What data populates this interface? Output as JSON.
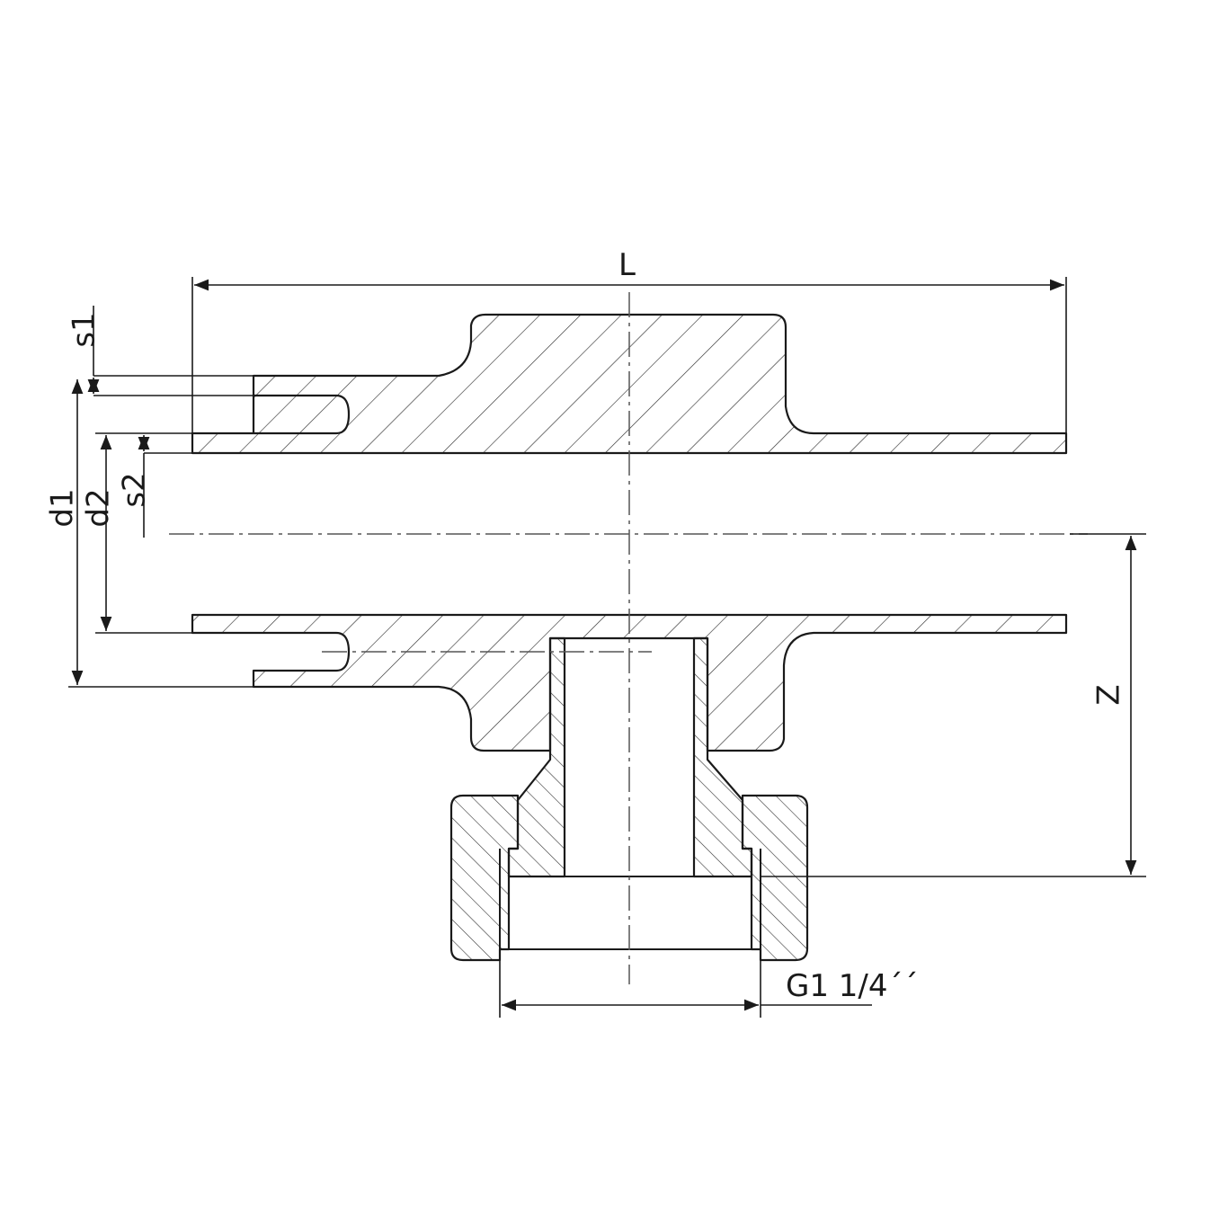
{
  "drawing": {
    "dimensions": {
      "length": "L",
      "wall_thickness_1": "s1",
      "outer_diameter_1": "d1",
      "diameter_2": "d2",
      "wall_thickness_2": "s2",
      "height": "Z",
      "thread": "G1 1/4´´"
    },
    "colors": {
      "line": "#1a1a1a",
      "hatch": "#333333",
      "background": "#ffffff"
    }
  }
}
